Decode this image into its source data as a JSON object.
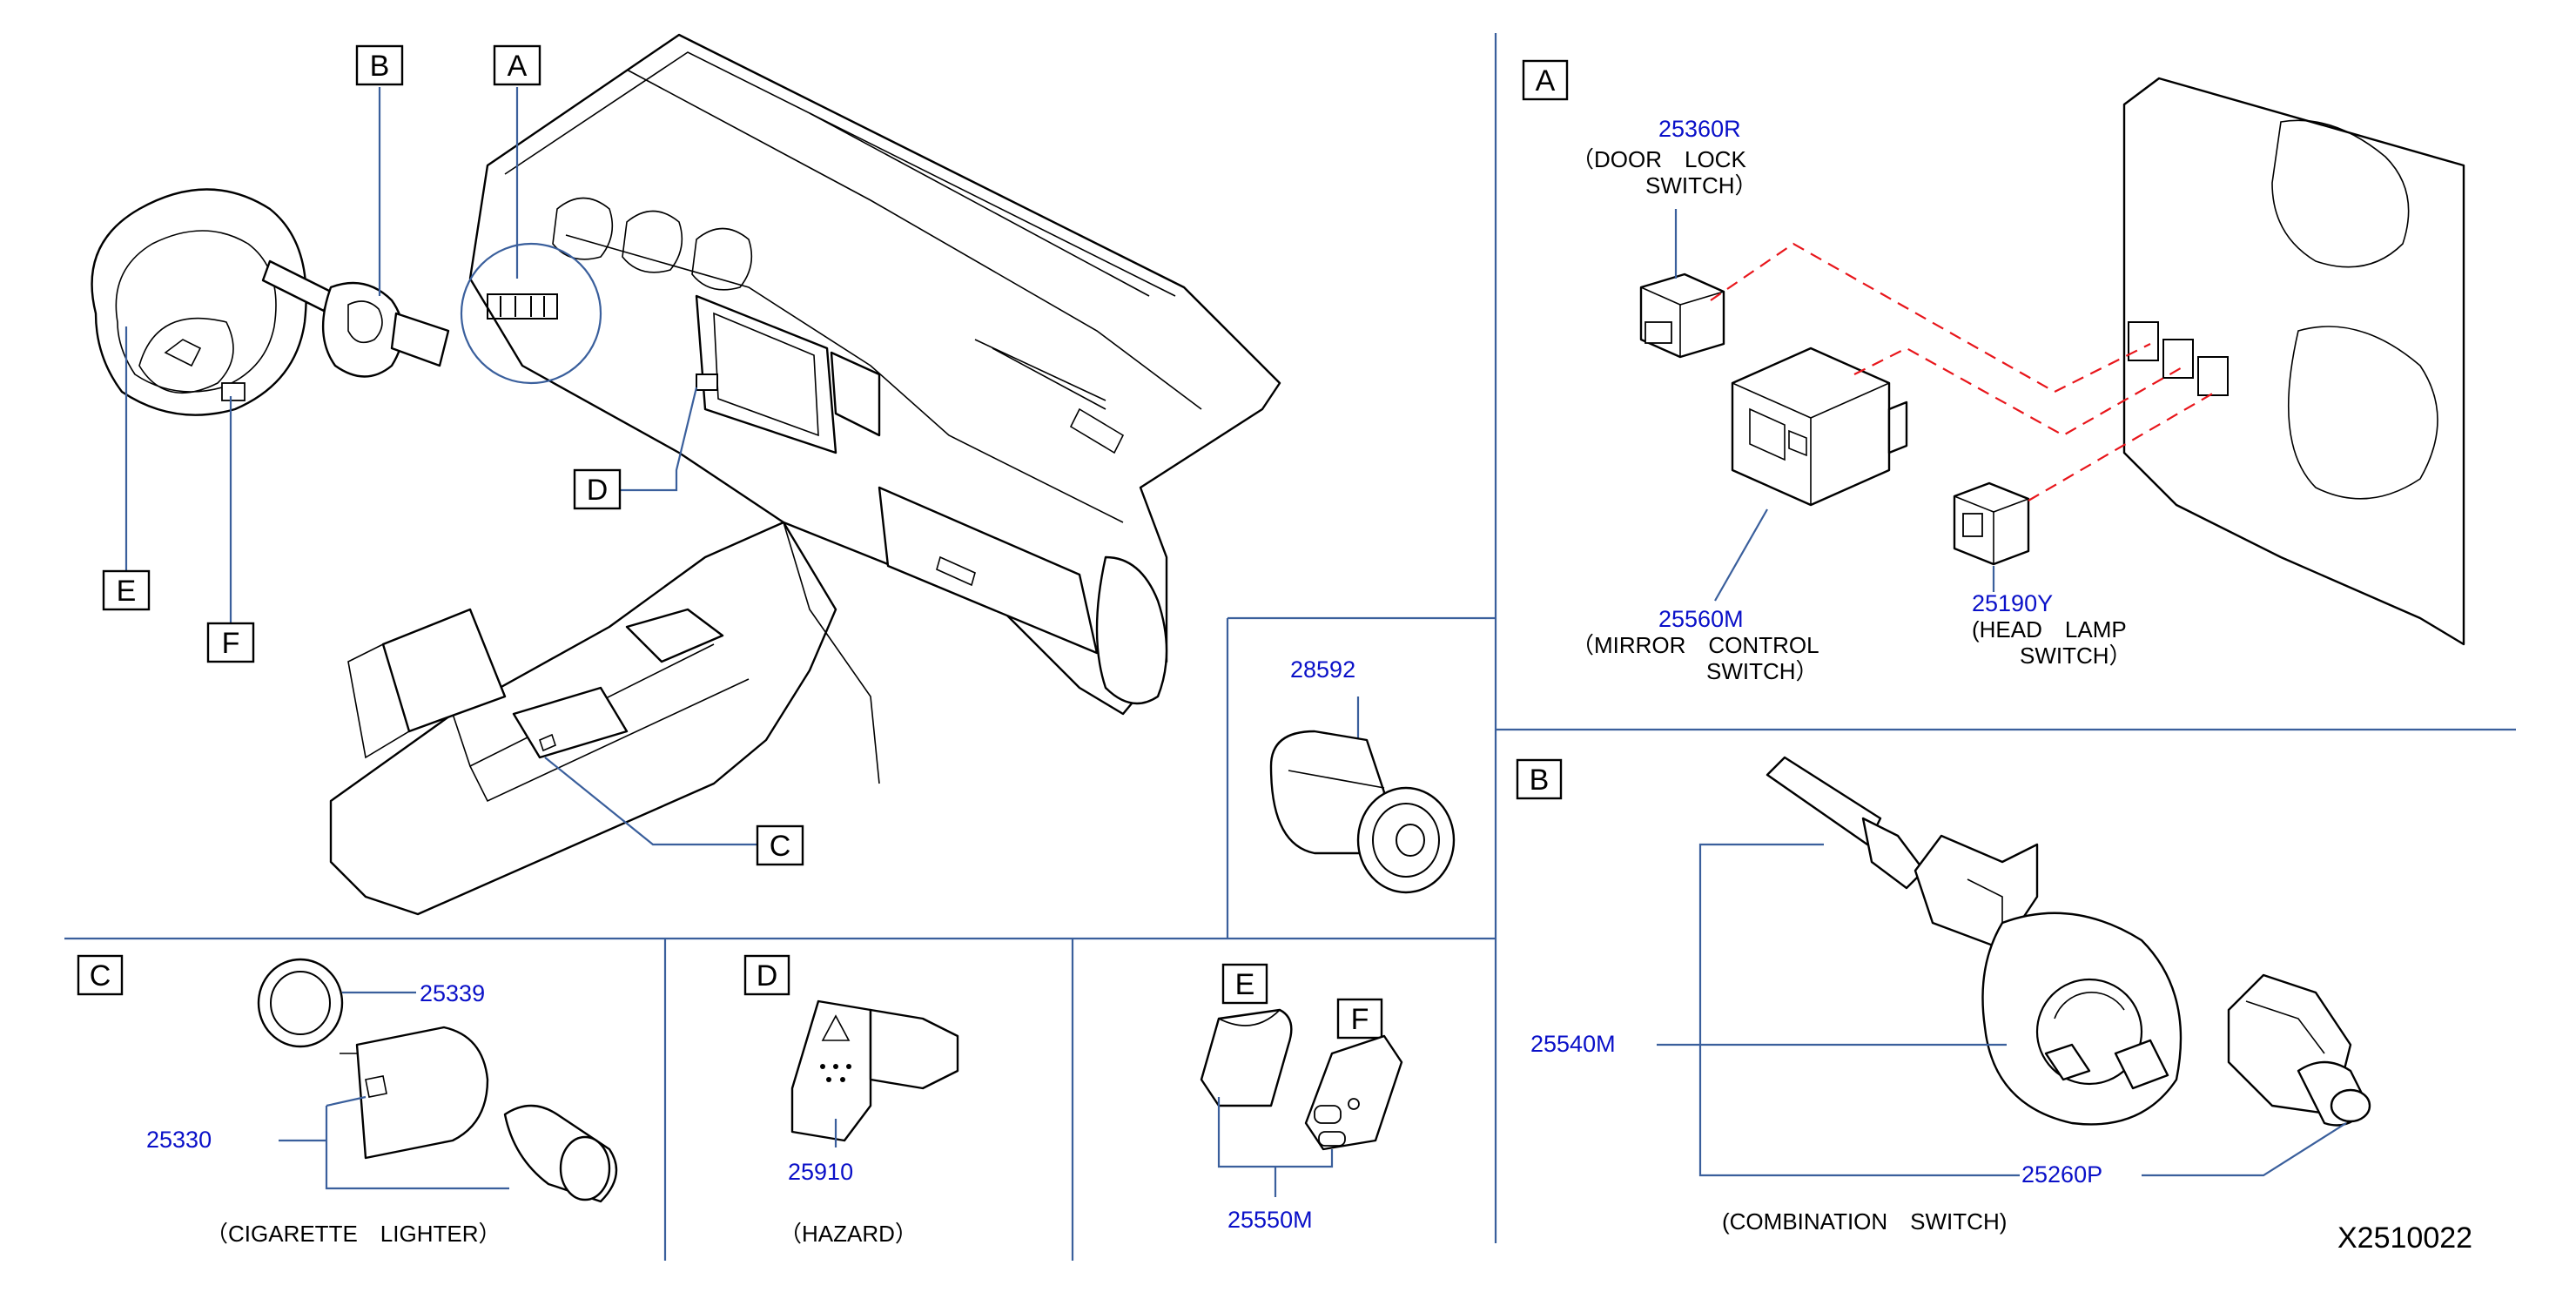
{
  "callouts": {
    "main_A": "A",
    "main_B": "B",
    "main_C": "C",
    "main_D": "D",
    "main_E": "E",
    "main_F": "F",
    "panel_A": "A",
    "panel_B": "B",
    "panel_C": "C",
    "panel_D": "D",
    "panel_E": "E",
    "panel_F": "F"
  },
  "panel_a": {
    "door_lock_num": "25360R",
    "door_lock_line1": "（DOOR　LOCK",
    "door_lock_line2": "SWITCH）",
    "mirror_num": "25560M",
    "mirror_line1": "（MIRROR　CONTROL",
    "mirror_line2": "SWITCH）",
    "headlamp_num": "25190Y",
    "headlamp_line1": "(HEAD　LAMP",
    "headlamp_line2": "SWITCH）"
  },
  "panel_ign": {
    "num": "28592"
  },
  "panel_b": {
    "num_1": "25540M",
    "num_2": "25260P",
    "caption": "(COMBINATION　SWITCH)",
    "diagram_code": "X2510022"
  },
  "panel_c": {
    "num_1": "25339",
    "num_2": "25330",
    "caption": "（CIGARETTE　LIGHTER）"
  },
  "panel_d": {
    "num": "25910",
    "caption": "（HAZARD）"
  },
  "panel_ef": {
    "num": "25550M"
  }
}
